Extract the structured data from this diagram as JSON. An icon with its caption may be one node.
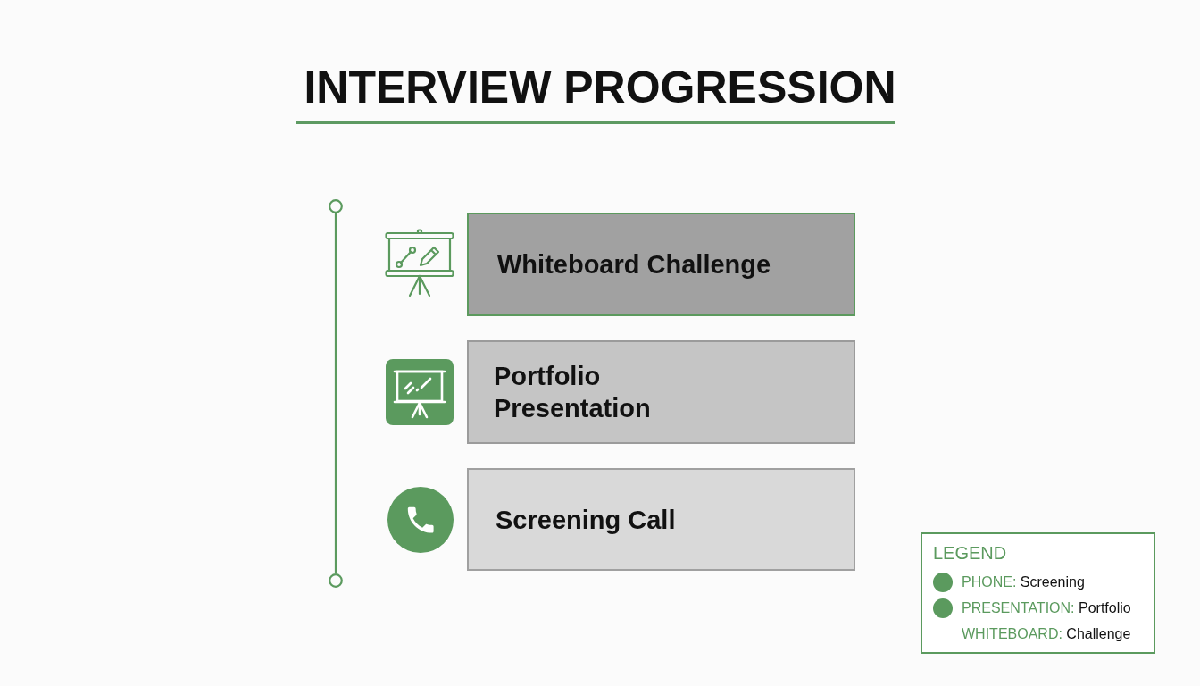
{
  "diagram": {
    "title": "INTERVIEW PROGRESSION",
    "nodes": [
      {
        "text": [],
        "shape": "circle"
      },
      {
        "text": [
          "Whiteboard Challenge"
        ]
      },
      {
        "text": [
          "Portfolio Presentation"
        ]
      },
      {
        "text": [
          "Screening Call"
        ]
      },
      {
        "text": [],
        "shape": "circle"
      }
    ],
    "edges": [
      {
        "from": 0,
        "to": 4,
        "arrow": "none"
      }
    ],
    "labels": [
      "LEGEND"
    ],
    "legend": [
      {
        "text": "PHONE: Screening",
        "color": "#5b9a5e"
      },
      {
        "text": "PRESENTATION: Portfolio",
        "color": "#5b9a5e"
      },
      {
        "text": "WHITEBOARD: Challenge"
      }
    ]
  }
}
